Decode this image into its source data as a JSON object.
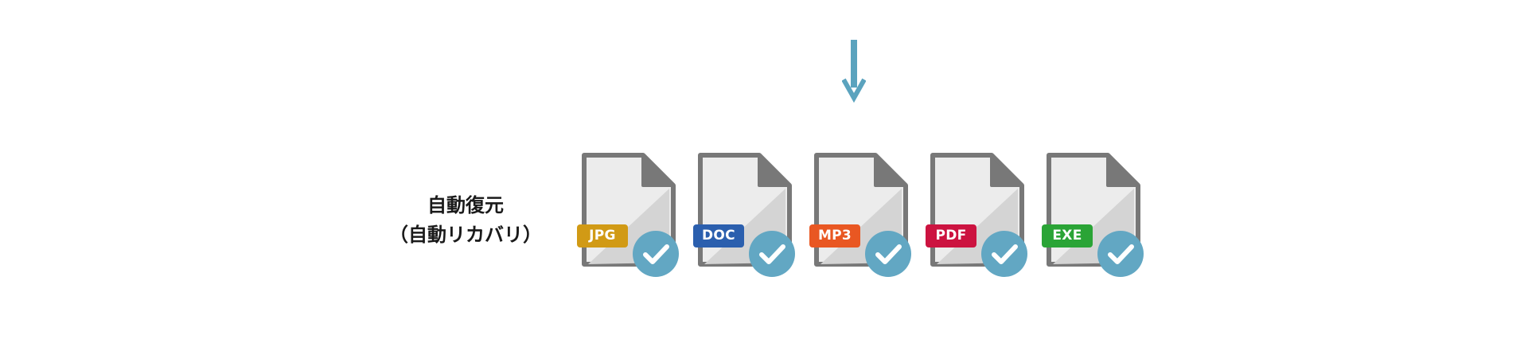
{
  "arrow_icon": "down-arrow-icon",
  "label": {
    "line1": "自動復元",
    "line2": "（自動リカバリ）"
  },
  "colors": {
    "arrow": "#5ba3be",
    "check_circle": "#62a7c3",
    "doc_outline": "#787878",
    "doc_fill": "#ececec"
  },
  "files": [
    {
      "label": "JPG",
      "color": "#d19a15",
      "icon": "file-icon"
    },
    {
      "label": "DOC",
      "color": "#2b5fae",
      "icon": "file-icon"
    },
    {
      "label": "MP3",
      "color": "#e95722",
      "icon": "file-icon"
    },
    {
      "label": "PDF",
      "color": "#cc1340",
      "icon": "file-icon"
    },
    {
      "label": "EXE",
      "color": "#2aa436",
      "icon": "file-icon"
    }
  ]
}
